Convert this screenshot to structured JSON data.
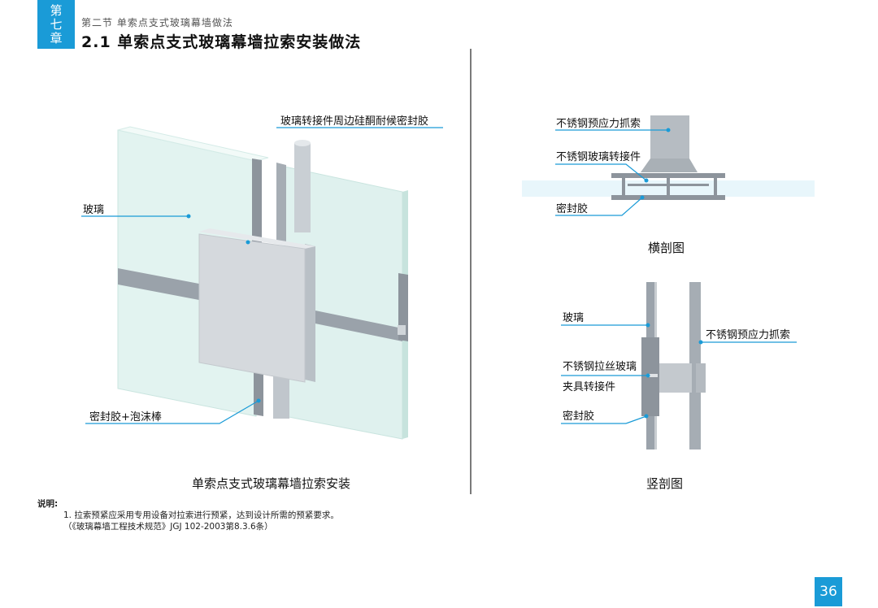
{
  "chapter": {
    "tab_chars": [
      "第",
      "七",
      "章"
    ]
  },
  "header": {
    "section_label": "第二节  单索点支式玻璃幕墙做法",
    "title": "2.1 单索点支式玻璃幕墙拉索安装做法"
  },
  "diagram_main": {
    "caption": "单索点支式玻璃幕墙拉索安装",
    "labels": {
      "sealant_perimeter": "玻璃转接件周边硅酮耐候密封胶",
      "glass": "玻璃",
      "sealant_foam": "密封胶+泡沫棒"
    }
  },
  "diagram_horizontal": {
    "caption": "横剖图",
    "labels": {
      "clamp": "不锈钢预应力抓索",
      "adapter": "不锈钢玻璃转接件",
      "sealant": "密封胶"
    }
  },
  "diagram_vertical": {
    "caption": "竖剖图",
    "labels": {
      "glass": "玻璃",
      "clamp": "不锈钢预应力抓索",
      "clip_line1": "不锈钢拉丝玻璃",
      "clip_line2": "夹具转接件",
      "sealant": "密封胶"
    }
  },
  "notes": {
    "title": "说明:",
    "lines": [
      "1. 拉索预紧应采用专用设备对拉索进行预紧，达到设计所需的预紧要求。",
      "（《玻璃幕墙工程技术规范》JGJ 102-2003第8.3.6条）"
    ]
  },
  "page": {
    "number": "36"
  },
  "colors": {
    "accent": "#1a9bd7",
    "leader": "#1a9bd7",
    "glass": "#dff1ee",
    "metal": "#8d949c"
  }
}
